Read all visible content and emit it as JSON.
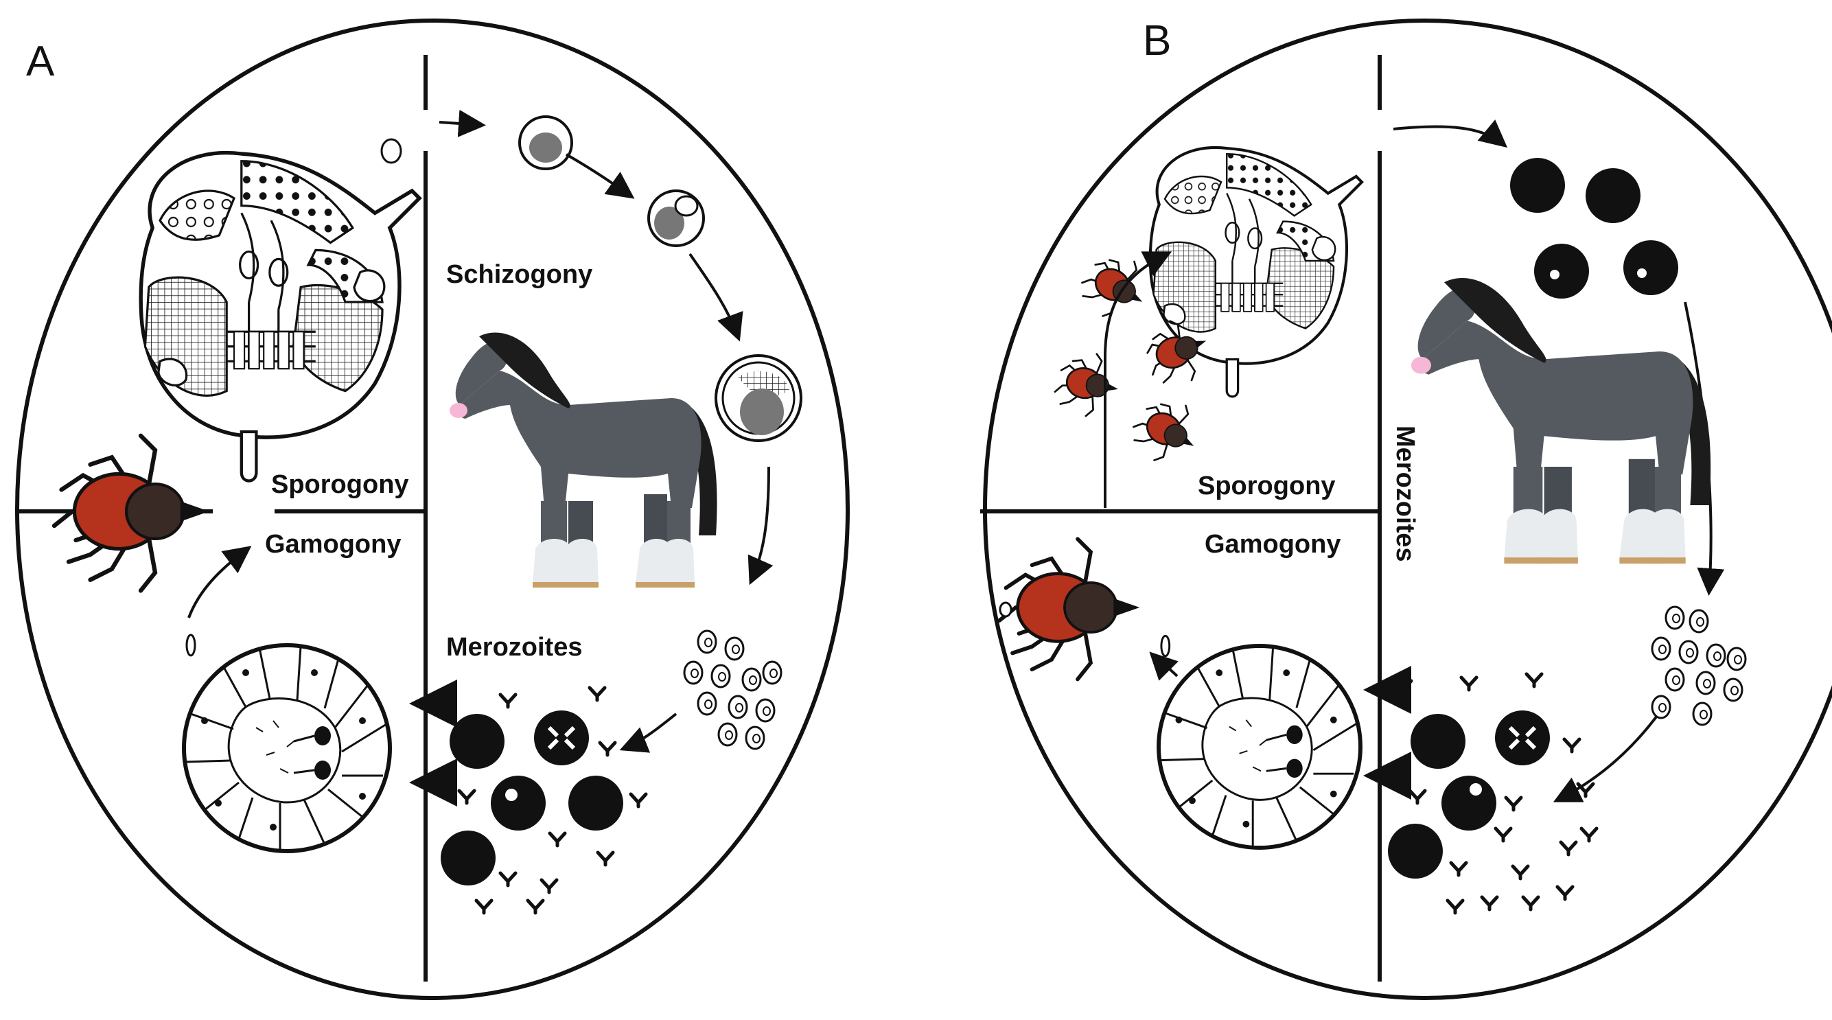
{
  "panels": [
    {
      "letter": "A",
      "labels": {
        "schizogony": "Schizogony",
        "sporogony": "Sporogony",
        "gamogony": "Gamogony",
        "merozoites": "Merozoites"
      }
    },
    {
      "letter": "B",
      "labels": {
        "sporogony": "Sporogony",
        "gamogony": "Gamogony",
        "merozoites": "Merozoites"
      }
    }
  ],
  "colors": {
    "tick_body": "#b5321d",
    "tick_head": "#3a2a26",
    "horse_body": "#555a61",
    "horse_mane": "#1c1c1c",
    "horse_legs": "#e8ecef",
    "horse_nose": "#f6b7d6"
  }
}
